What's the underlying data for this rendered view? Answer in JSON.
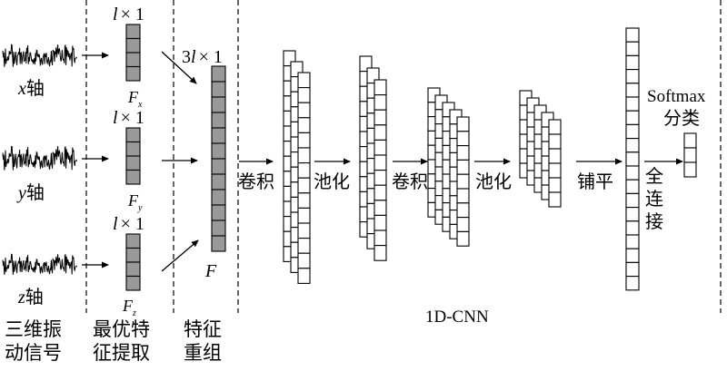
{
  "signals": {
    "x": {
      "var": "x",
      "suffix": "轴"
    },
    "y": {
      "var": "y",
      "suffix": "轴"
    },
    "z": {
      "var": "z",
      "suffix": "轴"
    }
  },
  "vector_size": {
    "base": "l",
    "times": "× 1",
    "combined_prefix": "3"
  },
  "features": {
    "x": {
      "sym": "F",
      "sub": "x"
    },
    "y": {
      "sym": "F",
      "sub": "y"
    },
    "z": {
      "sym": "F",
      "sub": "z"
    },
    "combined": "F"
  },
  "layers": {
    "conv1": "卷积",
    "pool1": "池化",
    "conv2": "卷积",
    "pool2": "池化",
    "flatten": "铺平",
    "fc": [
      "全",
      "连",
      "接"
    ],
    "softmax": "Softmax",
    "classify": "分类"
  },
  "network_label": "1D-CNN",
  "section_captions": {
    "input": [
      "三维振",
      "动信号"
    ],
    "selection": [
      "最优特",
      "征提取"
    ],
    "recombination": [
      "特征",
      "重组"
    ]
  },
  "colors": {
    "feature_cell": "#999999",
    "line": "#000000",
    "background": "#ffffff"
  }
}
